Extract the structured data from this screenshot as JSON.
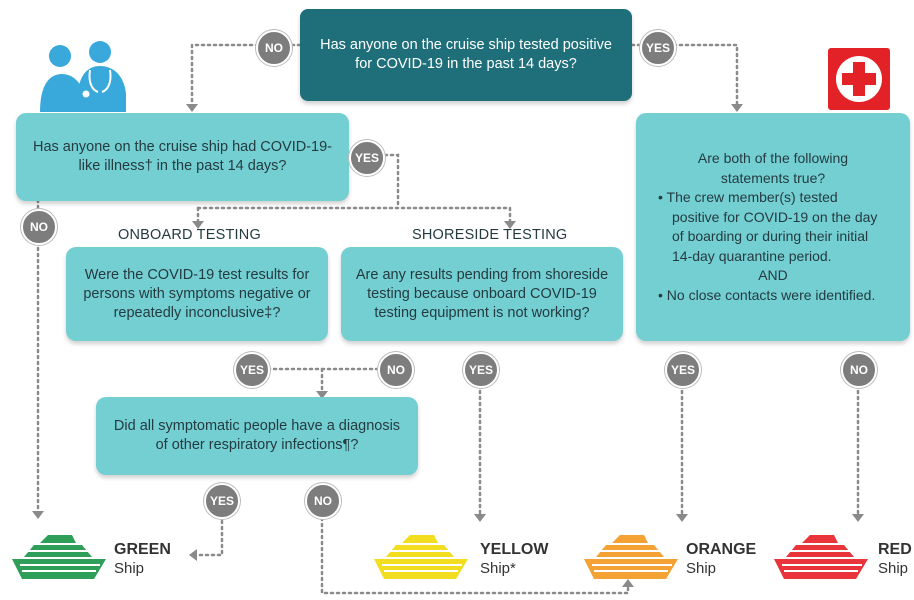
{
  "q_top": "Has anyone on the cruise ship tested positive for COVID-19 in the past 14 days?",
  "q_illness": "Has anyone on the cruise ship had COVID-19-like illness† in the past 14 days?",
  "onboard_heading": "ONBOARD TESTING",
  "shoreside_heading": "SHORESIDE TESTING",
  "q_onboard": "Were the COVID-19 test results for persons with symptoms negative or repeatedly inconclusive‡?",
  "q_shoreside": "Are any results pending from shoreside testing because onboard COVID-19 testing equipment is not working?",
  "q_diagnosis": "Did all symptomatic people have a diagnosis of other respiratory infections¶?",
  "q_crew_lines": [
    "Are both of the following",
    "statements true?",
    "• The crew member(s) tested",
    "positive for COVID-19 on the day",
    "of boarding or during their initial",
    "14-day quarantine period.",
    "AND",
    "• No close contacts were identified."
  ],
  "answers": {
    "yes": "YES",
    "no": "NO"
  },
  "ships": {
    "green": {
      "name": "GREEN",
      "sub": "Ship",
      "color": "#2e9e58"
    },
    "yellow": {
      "name": "YELLOW",
      "sub": "Ship*",
      "color": "#f2de1e"
    },
    "orange": {
      "name": "ORANGE",
      "sub": "Ship",
      "color": "#f5a235"
    },
    "red": {
      "name": "RED",
      "sub": "Ship",
      "color": "#e8343a"
    }
  },
  "colors": {
    "dark_box": "#1f6f7a",
    "light_box": "#74cfd3",
    "badge": "#7d7d7d",
    "accent_red": "#e32227",
    "icon_blue": "#39a9dc"
  },
  "icons": [
    "doctor-patient-icon",
    "red-cross-icon",
    "ship-icon"
  ]
}
